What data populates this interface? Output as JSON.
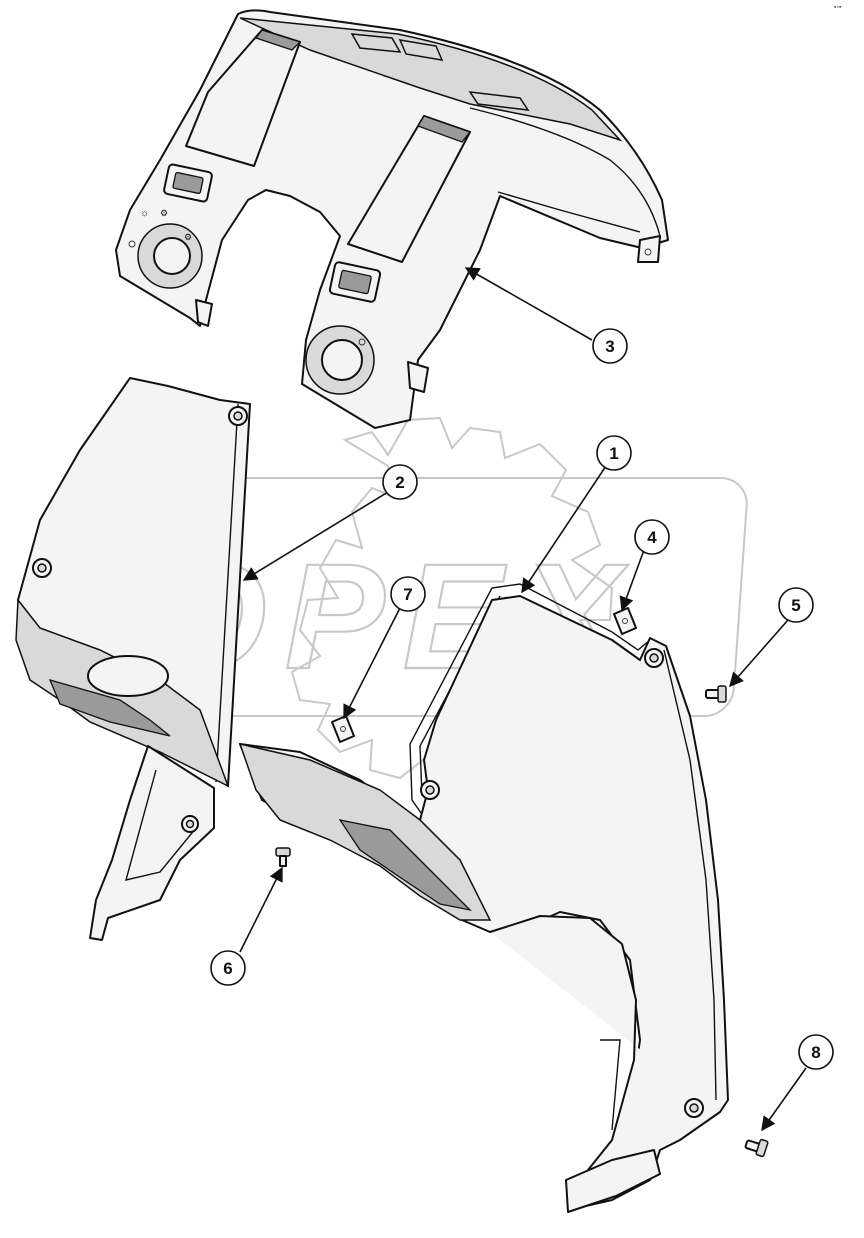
{
  "watermark": {
    "text": "OPEX"
  },
  "callouts": [
    {
      "id": "3",
      "label": "3"
    },
    {
      "id": "2",
      "label": "2"
    },
    {
      "id": "1",
      "label": "1"
    },
    {
      "id": "4",
      "label": "4"
    },
    {
      "id": "7",
      "label": "7"
    },
    {
      "id": "5",
      "label": "5"
    },
    {
      "id": "6",
      "label": "6"
    },
    {
      "id": "8",
      "label": "8"
    }
  ],
  "parts": [
    {
      "name": "dashboard-top-cover",
      "callout": "3"
    },
    {
      "name": "left-side-panel",
      "callout": "2"
    },
    {
      "name": "right-side-panel",
      "callout": "1"
    },
    {
      "name": "clip-nut",
      "callout": "4"
    },
    {
      "name": "bolt-right",
      "callout": "5"
    },
    {
      "name": "screw-left",
      "callout": "6"
    },
    {
      "name": "clip-nut-small",
      "callout": "7"
    },
    {
      "name": "bolt-bottom",
      "callout": "8"
    }
  ]
}
